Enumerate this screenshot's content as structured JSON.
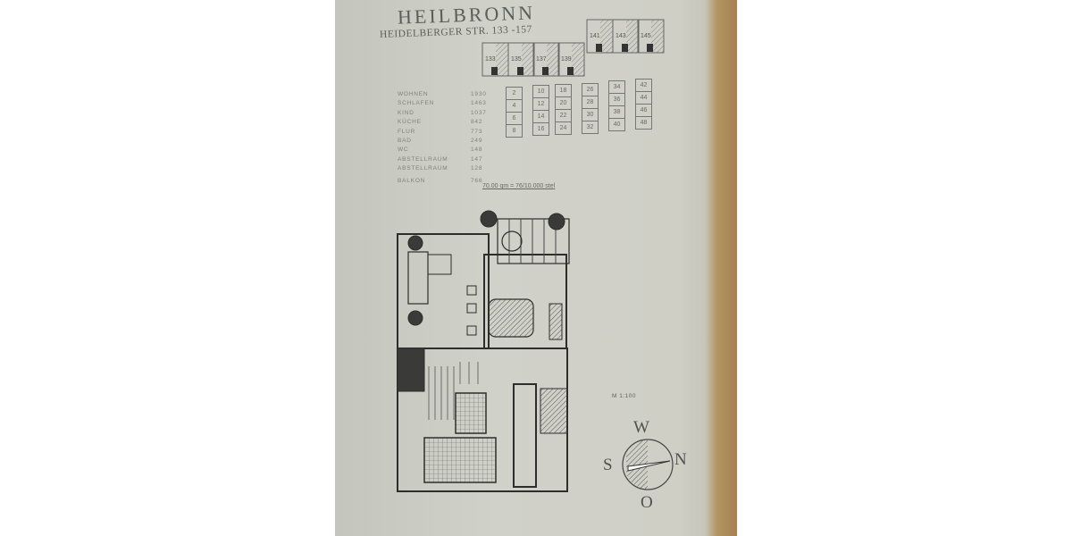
{
  "header": {
    "city": "HEILBRONN",
    "address": "HEIDELBERGER STR. 133 -157"
  },
  "buildings": [
    "133",
    "135",
    "137",
    "139",
    "141",
    "143",
    "145"
  ],
  "unit_columns": [
    [
      "2",
      "4",
      "6",
      "8"
    ],
    [
      "10",
      "12",
      "14",
      "16"
    ],
    [
      "18",
      "20",
      "22",
      "24"
    ],
    [
      "26",
      "28",
      "30",
      "32"
    ],
    [
      "34",
      "36",
      "38",
      "40"
    ],
    [
      "42",
      "44",
      "46",
      "48"
    ]
  ],
  "rooms": [
    {
      "name": "WOHNEN",
      "area": "1930"
    },
    {
      "name": "SCHLAFEN",
      "area": "1463"
    },
    {
      "name": "KIND",
      "area": "1037"
    },
    {
      "name": "KÜCHE",
      "area": "842"
    },
    {
      "name": "FLUR",
      "area": "773"
    },
    {
      "name": "BAD",
      "area": "249"
    },
    {
      "name": "WC",
      "area": "148"
    },
    {
      "name": "ABSTELLRAUM",
      "area": "147"
    },
    {
      "name": "ABSTELLRAUM",
      "area": "128"
    },
    {
      "name": "BALKON",
      "area": "766"
    }
  ],
  "note": "70.00 qm = 76/10.000 stel",
  "scale": "M 1:100",
  "compass": {
    "west": "W",
    "north": "N",
    "south": "S",
    "east": "O"
  }
}
